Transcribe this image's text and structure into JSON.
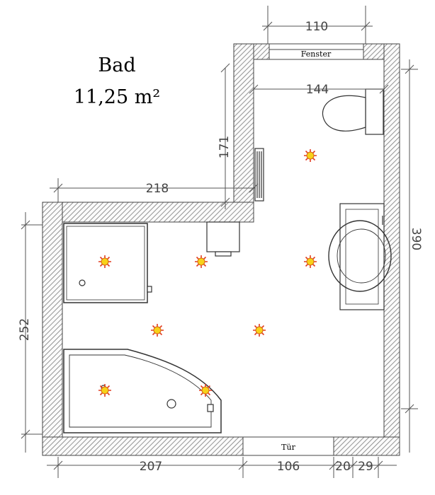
{
  "room": {
    "name": "Bad",
    "area": "11,25 m²"
  },
  "dimensions": {
    "window_width": "110",
    "upper_inner_width": "144",
    "upper_wall_height": "171",
    "left_wing_width": "218",
    "right_height": "390",
    "left_height": "252",
    "bottom_left": "207",
    "bottom_door": "106",
    "bottom_a": "20",
    "bottom_b": "29"
  },
  "labels": {
    "window": "Fenster",
    "door": "Tür"
  },
  "colors": {
    "wall_hatch": "#777777",
    "line": "#555555",
    "light_fill": "#f7d21a",
    "light_ray": "#e23b1f"
  },
  "fixtures": [
    "toilet",
    "radiator",
    "shower",
    "sink",
    "bathtub",
    "washing-machine"
  ],
  "lights_count_shown": 8
}
